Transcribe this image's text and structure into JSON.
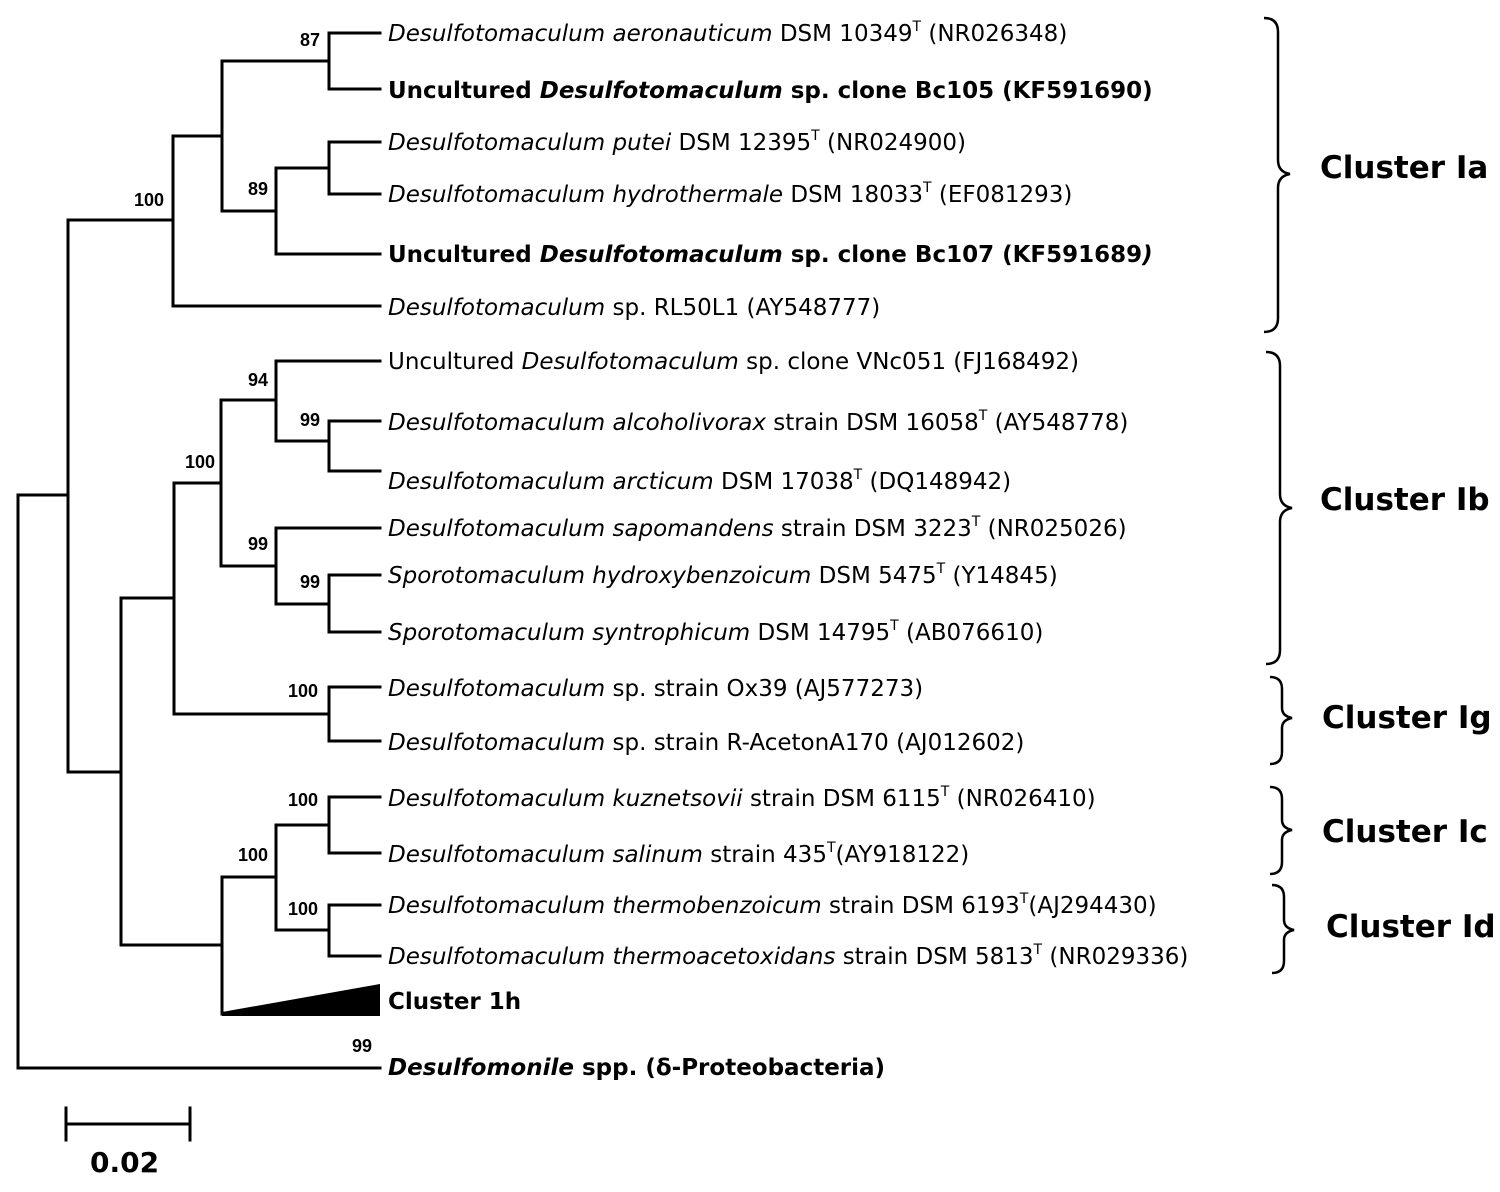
{
  "taxa": {
    "t1": {
      "genus": "Desulfotomaculum aeronauticum",
      "strain": " DSM 10349",
      "type_mark": "T",
      "accession": " (NR026348)"
    },
    "t2": {
      "prefix": "Uncultured ",
      "genus": "Desulfotomaculum",
      "rest": " sp. clone  Bc105 (KF591690)"
    },
    "t3": {
      "genus": "Desulfotomaculum putei",
      "strain": "  DSM 12395",
      "type_mark": "T",
      "accession": " (NR024900)"
    },
    "t4": {
      "genus": "Desulfotomaculum hydrothermale",
      "strain": " DSM 18033",
      "type_mark": "T",
      "accession": " (EF081293)"
    },
    "t5": {
      "prefix": "Uncultured ",
      "genus": "Desulfotomaculum",
      "rest": " sp. clone  Bc107 (KF591689",
      "suffix": ")"
    },
    "t6": {
      "genus": "Desulfotomaculum",
      "rest": " sp. RL50L1 (AY548777)"
    },
    "t7": {
      "prefix": "Uncultured ",
      "genus": "Desulfotomaculum",
      "rest": " sp. clone VNc051 (FJ168492)"
    },
    "t8": {
      "genus": "Desulfotomaculum alcoholivorax",
      "strain": " strain DSM 16058",
      "type_mark": "T",
      "accession": " (AY548778)"
    },
    "t9": {
      "genus": "Desulfotomaculum arcticum",
      "strain": " DSM 17038",
      "type_mark": "T",
      "accession": " (DQ148942)"
    },
    "t10": {
      "genus": "Desulfotomaculum sapomandens",
      "strain": " strain DSM 3223",
      "type_mark": "T",
      "accession": " (NR025026)"
    },
    "t11": {
      "genus": "Sporotomaculum  hydroxybenzoicum",
      "strain": " DSM 5475",
      "type_mark": "T",
      "accession": " (Y14845)"
    },
    "t12": {
      "genus": "Sporotomaculum  syntrophicum",
      "strain": " DSM 14795",
      "type_mark": "T",
      "accession": "  (AB076610)"
    },
    "t13": {
      "genus": "Desulfotomaculum",
      "rest": " sp. strain Ox39  (AJ577273)"
    },
    "t14": {
      "genus": "Desulfotomaculum",
      "rest": " sp. strain R-AcetonA170 (AJ012602)"
    },
    "t15": {
      "genus": "Desulfotomaculum kuznetsovii",
      "strain": " strain DSM 6115",
      "type_mark": "T",
      "accession": " (NR026410)"
    },
    "t16": {
      "genus": "Desulfotomaculum salinum",
      "strain": " strain 435",
      "type_mark": "T",
      "accession": "(AY918122)"
    },
    "t17": {
      "genus": "Desulfotomaculum thermobenzoicum",
      "strain": " strain DSM 6193",
      "type_mark": "T",
      "accession": "(AJ294430)"
    },
    "t18": {
      "genus": "Desulfotomaculum thermoacetoxidans",
      "strain": " strain DSM 5813",
      "type_mark": "T",
      "accession": " (NR029336)"
    },
    "t19": {
      "label": "Cluster 1h"
    },
    "t20": {
      "genus": "Desulfomonile",
      "rest": " spp. (δ-Proteobacteria)"
    }
  },
  "bootstrap": {
    "b1": "87",
    "b2": "89",
    "b3": "100",
    "b4": "94",
    "b5": "99",
    "b6": "100",
    "b7": "99",
    "b8": "99",
    "b9": "100",
    "b10": "100",
    "b11": "100",
    "b12": "100",
    "b13": "99"
  },
  "clusters": {
    "ia": "Cluster Ia",
    "ib": "Cluster Ib",
    "ig": "Cluster Ig",
    "ic": "Cluster Ic",
    "id": "Cluster Id"
  },
  "scale_bar": {
    "value": "0.02"
  }
}
